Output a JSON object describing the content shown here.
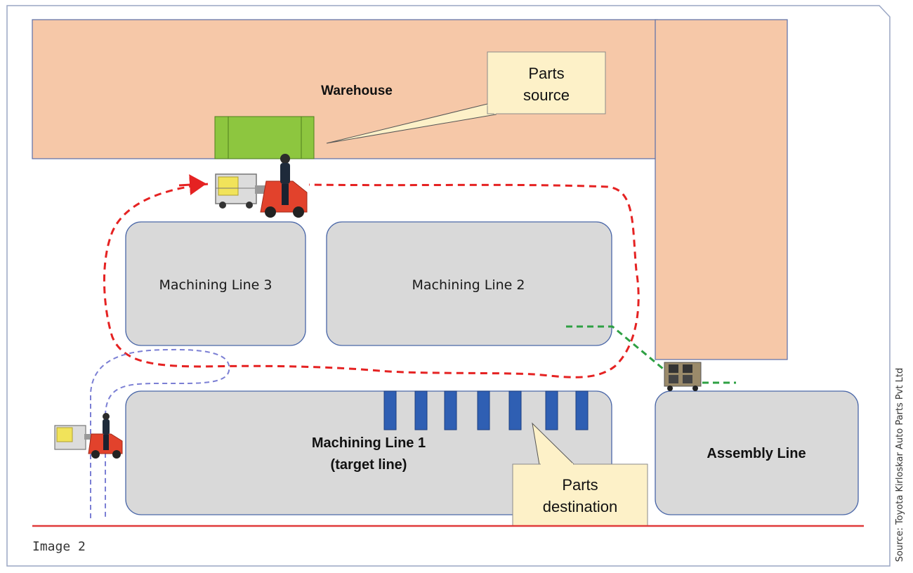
{
  "areas": {
    "warehouse": "Warehouse",
    "machining_line_3": "Machining Line 3",
    "machining_line_2": "Machining Line 2",
    "machining_line_1": [
      "Machining Line 1",
      "(target line)"
    ],
    "assembly_line": "Assembly Line"
  },
  "callouts": {
    "parts_source": [
      "Parts",
      "source"
    ],
    "parts_destination": [
      "Parts",
      "destination"
    ]
  },
  "caption": "Image 2",
  "source_credit": "Source: Toyota Kirloskar Auto Parts Pvt Ltd",
  "colors": {
    "warehouse_fill": "#f6c8a8",
    "line_fill": "#d9d9d9",
    "line_stroke": "#4a67a8",
    "dock_green": "#8dc63f",
    "route_red": "#e52222",
    "route_blue": "#7b7fd4",
    "route_green": "#2ea043",
    "station_blue": "#2f5fb3",
    "callout_fill": "#fdf1c8",
    "floor_line": "#e03a3a"
  }
}
